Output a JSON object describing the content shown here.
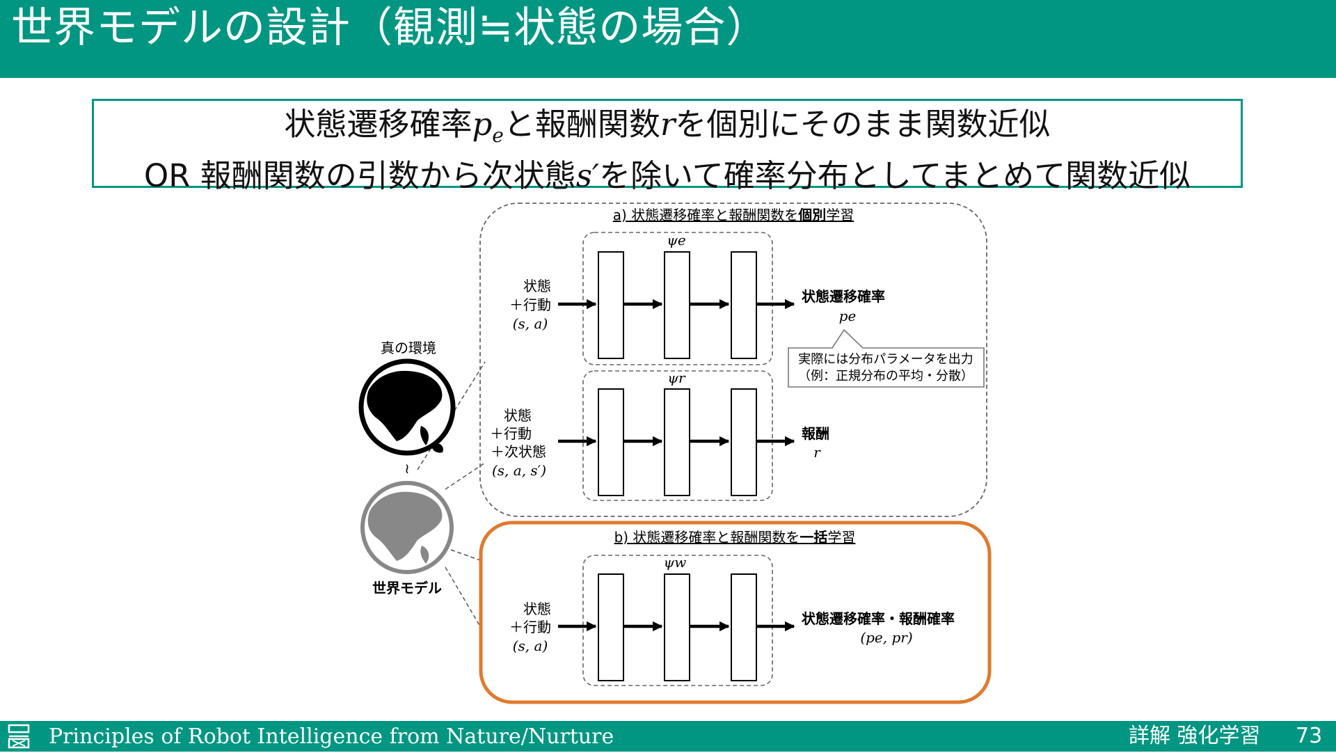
{
  "slide": {
    "title": "世界モデルの設計（観測≒状態の場合）",
    "summary": {
      "line1_a": "状態遷移確率",
      "line1_var_p": "p",
      "line1_sub_e": "e",
      "line1_b": "と報酬関数",
      "line1_var_r": "r",
      "line1_c": "を個別にそのまま関数近似",
      "line2_a": "OR 報酬関数の引数から次状態",
      "line2_var_s": "s′",
      "line2_b": "を除いて確率分布としてまとめて関数近似"
    },
    "diagram": {
      "env_label": "真の環境",
      "approx_symbol": "≀",
      "world_model_label": "世界モデル",
      "section_a": {
        "title_prefix": "a) 状態遷移確率と報酬関数を",
        "title_bold": "個別",
        "title_suffix": "学習",
        "net_e_symbol": "ψe",
        "net_r_symbol": "ψr",
        "input1": [
          "状態",
          "＋行動",
          "(s, a)"
        ],
        "output1_label": "状態遷移確率",
        "output1_symbol": "pe",
        "callout": [
          "実際には分布パラメータを出力",
          "（例：正規分布の平均・分散）"
        ],
        "input2": [
          "状態",
          "＋行動",
          "＋次状態",
          "(s, a, s′)"
        ],
        "output2_label": "報酬",
        "output2_symbol": "r"
      },
      "section_b": {
        "title_prefix": "b) 状態遷移確率と報酬関数を",
        "title_bold": "一括",
        "title_suffix": "学習",
        "net_w_symbol": "ψw",
        "input": [
          "状態",
          "＋行動",
          "(s, a)"
        ],
        "output_label": "状態遷移確率・報酬確率",
        "output_symbol": "(pe, pr)"
      }
    },
    "footer": {
      "brand": "Principles of Robot Intelligence from Nature/Nurture",
      "book": "詳解 強化学習",
      "page": "73"
    },
    "colors": {
      "accent": "#009682",
      "highlight_border": "#E07A2E",
      "globe_real": "#000000",
      "globe_model": "#808080"
    },
    "icons": [
      "globe-real-icon",
      "globe-model-icon",
      "logo-icon"
    ]
  }
}
